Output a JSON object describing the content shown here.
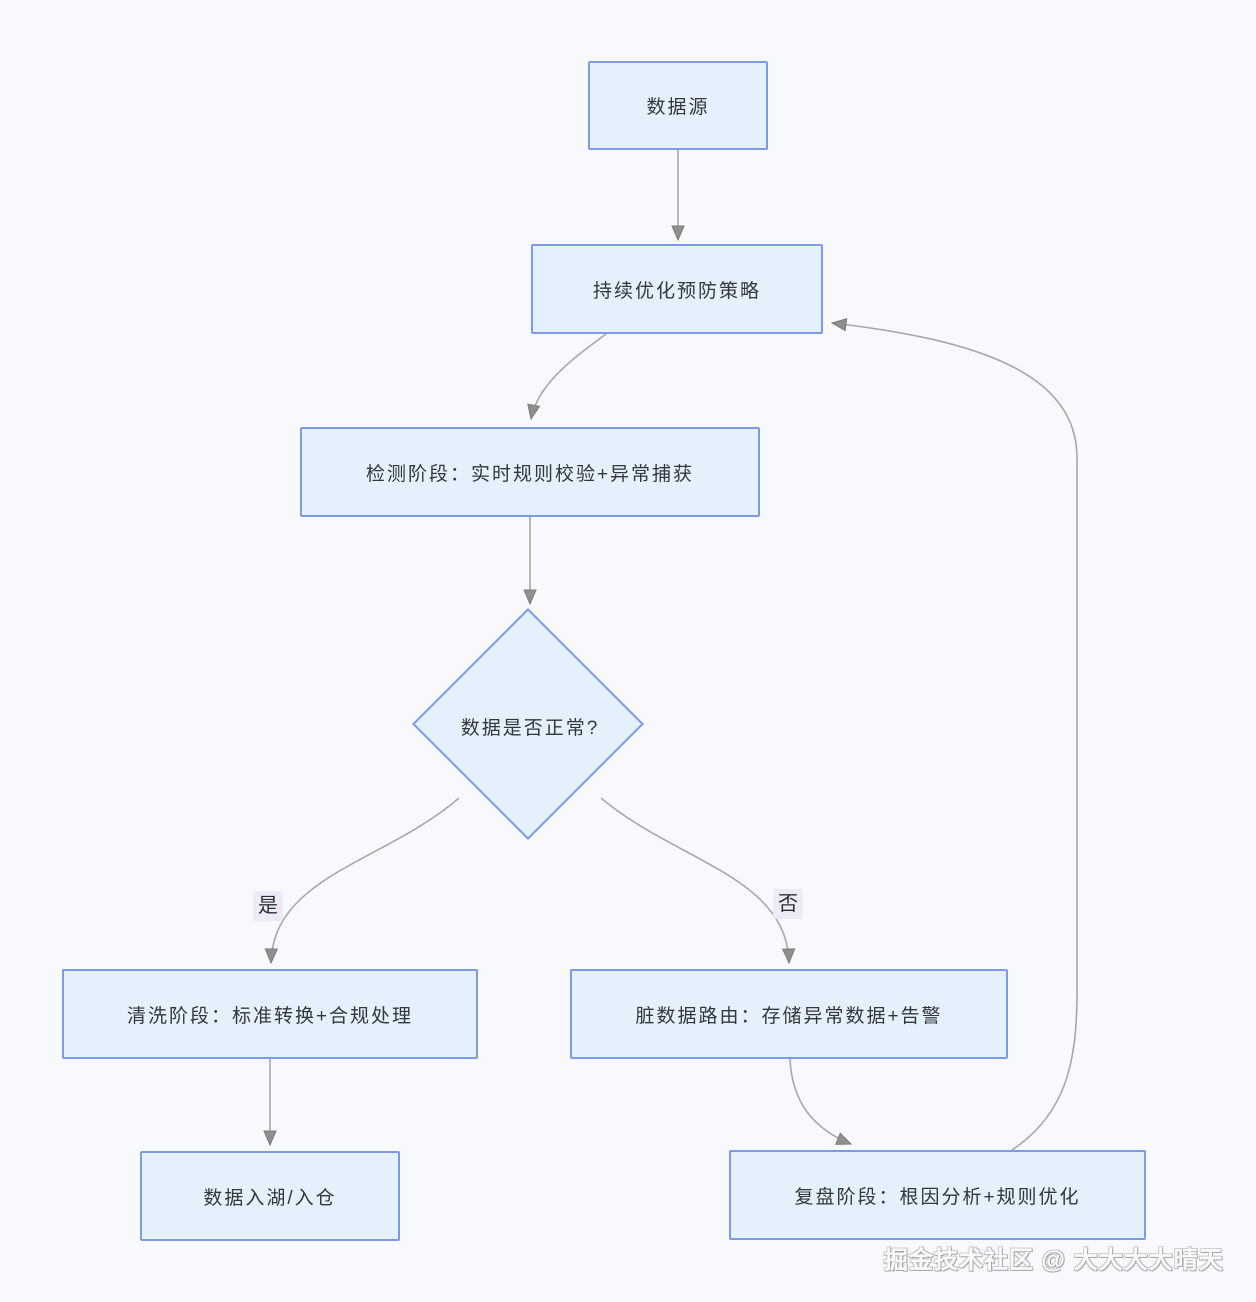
{
  "style": {
    "canvas_bg": "#f7f9fc",
    "node_fill": "#e4f1fc",
    "node_border": "#7d99e8",
    "edge_color": "#a8a8a8",
    "arrowhead_color": "#8f8f8f",
    "text_color": "#33373c",
    "edge_label_bg": "#efeaf7",
    "watermark_color": "#fbfbfc"
  },
  "nodes": {
    "data_source": {
      "label": "数据源",
      "shape": "rect"
    },
    "optimize": {
      "label": "持续优化预防策略",
      "shape": "rect"
    },
    "detect": {
      "label": "检测阶段：实时规则校验+异常捕获",
      "shape": "rect"
    },
    "decision": {
      "label": "数据是否正常?",
      "shape": "diamond"
    },
    "clean": {
      "label": "清洗阶段：标准转换+合规处理",
      "shape": "rect"
    },
    "dirty_route": {
      "label": "脏数据路由：存储异常数据+告警",
      "shape": "rect"
    },
    "lake": {
      "label": "数据入湖/入仓",
      "shape": "rect"
    },
    "review": {
      "label": "复盘阶段：根因分析+规则优化",
      "shape": "rect"
    }
  },
  "edges": {
    "yes_label": "是",
    "no_label": "否",
    "connections": [
      {
        "from": "data_source",
        "to": "optimize",
        "label": ""
      },
      {
        "from": "optimize",
        "to": "detect",
        "label": ""
      },
      {
        "from": "detect",
        "to": "decision",
        "label": ""
      },
      {
        "from": "decision",
        "to": "clean",
        "label": "是"
      },
      {
        "from": "decision",
        "to": "dirty_route",
        "label": "否"
      },
      {
        "from": "clean",
        "to": "lake",
        "label": ""
      },
      {
        "from": "dirty_route",
        "to": "review",
        "label": ""
      },
      {
        "from": "review",
        "to": "optimize",
        "label": ""
      }
    ]
  },
  "watermark": {
    "text": "掘金技术社区 @ 大大大大晴天"
  }
}
